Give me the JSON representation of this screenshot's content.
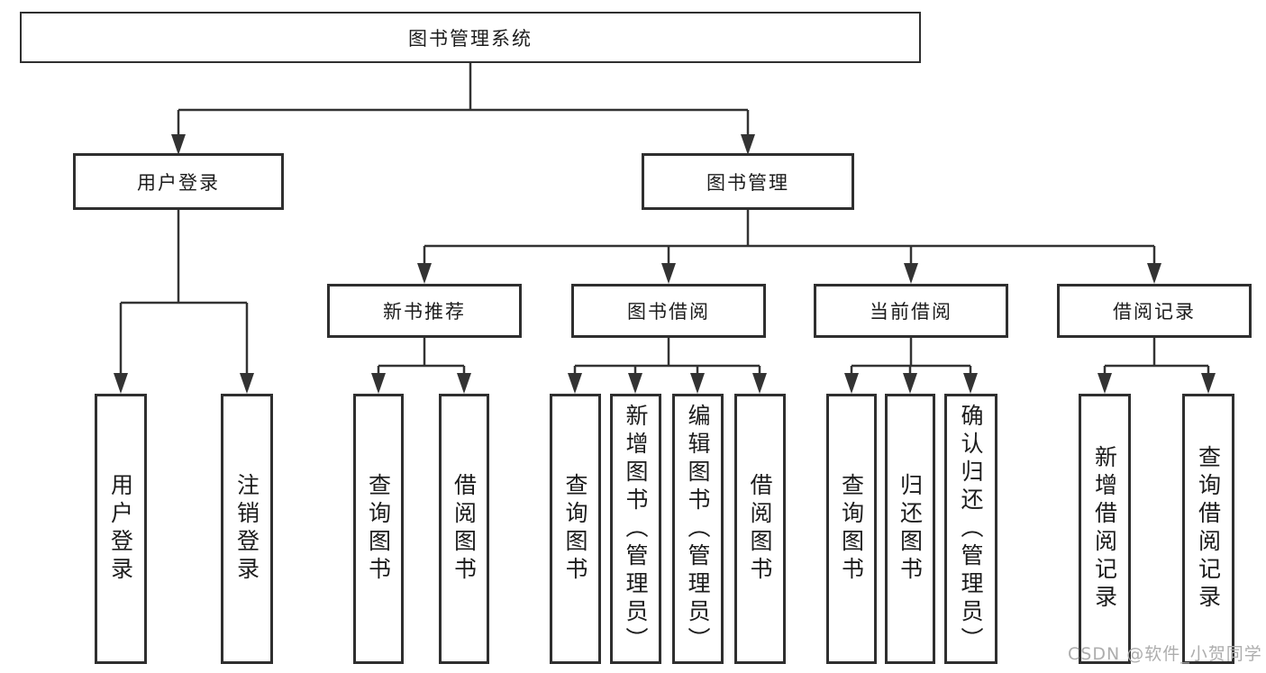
{
  "diagram": {
    "root": {
      "label": "图书管理系统"
    },
    "branches": [
      {
        "label": "用户登录",
        "children": [
          {
            "label": "用户登录"
          },
          {
            "label": "注销登录"
          }
        ]
      },
      {
        "label": "图书管理",
        "children": [
          {
            "label": "新书推荐",
            "children": [
              {
                "label": "查询图书"
              },
              {
                "label": "借阅图书"
              }
            ]
          },
          {
            "label": "图书借阅",
            "children": [
              {
                "label": "查询图书"
              },
              {
                "label": "新增图书（管理员）"
              },
              {
                "label": "编辑图书（管理员）"
              },
              {
                "label": "借阅图书"
              }
            ]
          },
          {
            "label": "当前借阅",
            "children": [
              {
                "label": "查询图书"
              },
              {
                "label": "归还图书"
              },
              {
                "label": "确认归还（管理员）"
              }
            ]
          },
          {
            "label": "借阅记录",
            "children": [
              {
                "label": "新增借阅记录"
              },
              {
                "label": "查询借阅记录"
              }
            ]
          }
        ]
      }
    ]
  },
  "watermark": {
    "text": "CSDN @软件_小贺同学"
  },
  "colors": {
    "line": "#333333",
    "box_border": "#2f2f2f",
    "text": "#1c1c1c",
    "background": "#ffffff",
    "watermark": "#adadad"
  }
}
